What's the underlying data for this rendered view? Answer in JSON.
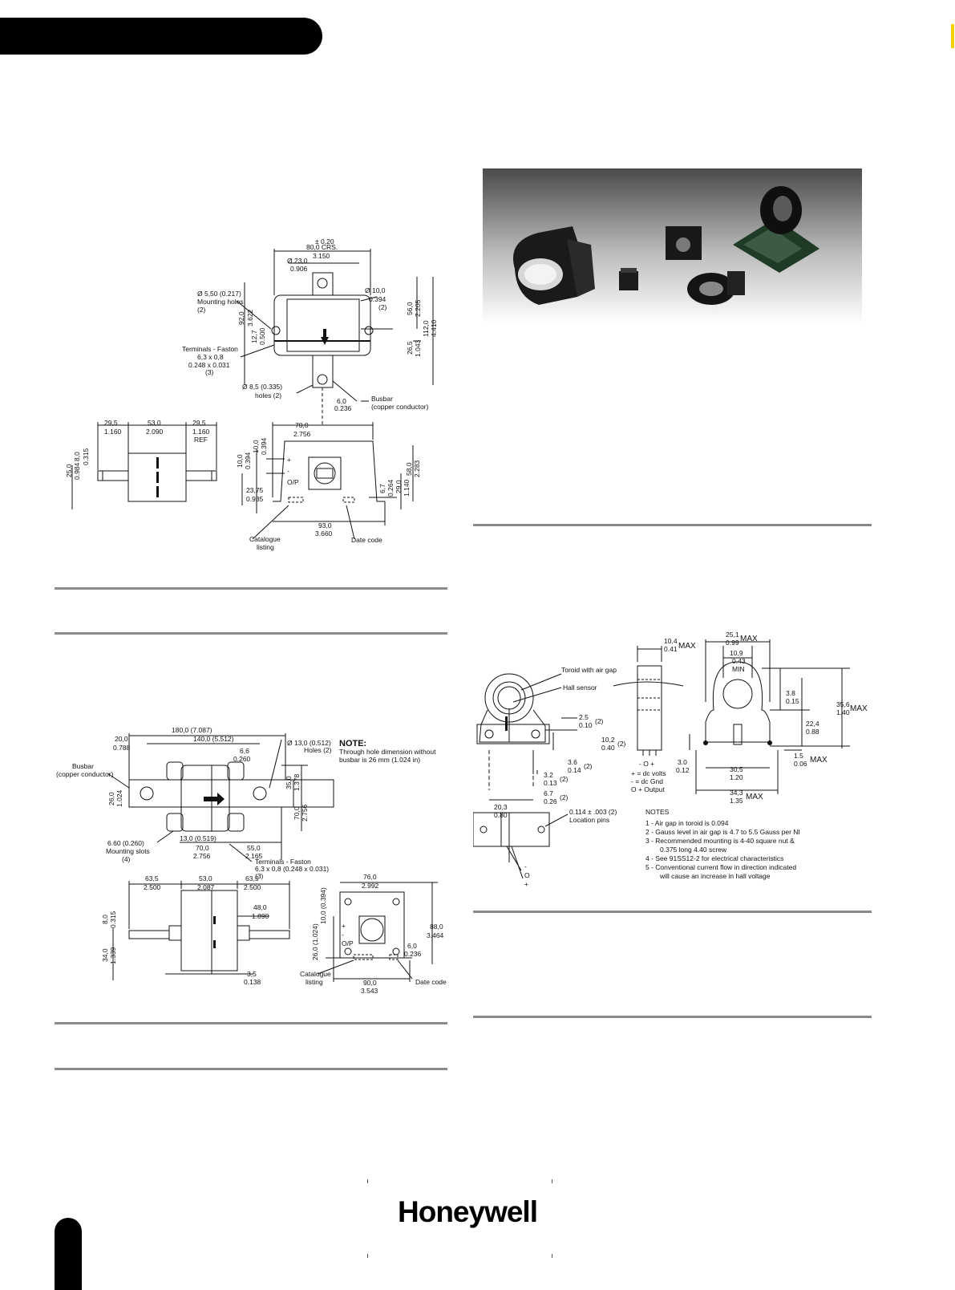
{
  "colors": {
    "tab": "#000000",
    "rule": "#8a8a8a",
    "photo_top": "#4a4a4a",
    "photo_bottom": "#ffffff"
  },
  "footer": {
    "logo": "Honeywell"
  },
  "d1": {
    "dim_2080_top": "± 0,20",
    "dim_8000": "80,0 CRS.",
    "dim_3150": "3.150",
    "dim_230": "Ø 23,0",
    "dim_0906": "0.906",
    "mount_holes_1": "Ø 5,50 (0.217)",
    "mount_holes_2": "Mounting holes",
    "mount_holes_3": "(2)",
    "hole10_1": "Ø 10,0",
    "hole10_2": "0.394",
    "hole10_3": "(2)",
    "dim_920": "92,0",
    "dim_3622": "3.622",
    "dim_127": "12,7",
    "dim_0500": "0.500",
    "dim_560": "56,0",
    "dim_2205": "2.205",
    "dim_265": "26,5",
    "dim_1043": "1.043",
    "dim_1120": "112,0",
    "dim_4410": "4.410",
    "term_1": "Terminals - Faston",
    "term_2": "6,3 x 0,8",
    "term_3": "0.248 x 0.031",
    "term_4": "(3)",
    "holes85_1": "Ø 8,5 (0.335)",
    "holes85_2": "holes (2)",
    "dim_60": "6,0",
    "dim_0236": "0.236",
    "busbar_1": "Busbar",
    "busbar_2": "(copper conductor)",
    "dim_295a": "29,5",
    "dim_1160a": "1.160",
    "dim_530": "53,0",
    "dim_2090": "2.090",
    "dim_295b": "29,5",
    "dim_1160b": "1.160",
    "ref": "REF",
    "dim_80": "8,0",
    "dim_0315": "0.315",
    "dim_250": "25,0",
    "dim_0984": "0.984",
    "dim_700": "70,0",
    "dim_2756": "2.756",
    "dim_100a": "10,0",
    "dim_0394a": "0.394",
    "dim_100b": "10,0",
    "dim_0394b": "0.394",
    "plus": "+",
    "minus": "-",
    "op": "O/P",
    "dim_2375": "23,75",
    "dim_0935": "0.935",
    "dim_67": "6,7",
    "dim_0264": "0.264",
    "dim_290": "29,0",
    "dim_1140": "1.140",
    "dim_580": "58,0",
    "dim_2283": "2.283",
    "dim_930": "93,0",
    "dim_3660": "3.660",
    "cat_1": "Catalogue",
    "cat_2": "listing",
    "date": "Date code"
  },
  "d2": {
    "dim_1800": "180,0 (7.087)",
    "dim_1400": "140,0 (5.512)",
    "dim_200": "20,0",
    "dim_0788": "0.788",
    "dim_66": "6,6",
    "dim_0260": "0.260",
    "hole13_1": "Ø 13,0 (0.512)",
    "hole13_2": "Holes (2)",
    "note_t": "NOTE:",
    "note_1": "Through hole dimension without",
    "note_2": "busbar is 26 mm (1.024 in)",
    "busbar_1": "Busbar",
    "busbar_2": "(copper conductor)",
    "dim_260": "26,0",
    "dim_1024": "1.024",
    "dim_350": "35,0",
    "dim_1378": "1.378",
    "dim_700v": "70,0",
    "dim_2756v": "2.756",
    "slots_1": "6.60 (0.260)",
    "slots_2": "Mounting slots",
    "slots_3": "(4)",
    "dim_130": "13,0 (0.519)",
    "dim_700h": "70,0",
    "dim_2756h": "2.756",
    "dim_550": "55,0",
    "dim_2165": "2.165",
    "term_1": "Terminals - Faston",
    "term_2": "6,3 x 0,8 (0.248 x 0.031)",
    "term_3": "(3)",
    "dim_635a": "63,5",
    "dim_2500a": "2.500",
    "dim_530": "53,0",
    "dim_2087": "2.087",
    "dim_635b": "63,5",
    "dim_2500b": "2.500",
    "dim_480": "48,0",
    "dim_1890": "1.890",
    "dim_80": "8,0",
    "dim_0315": "0.315",
    "dim_340": "34,0",
    "dim_1339": "1.339",
    "dim_35": "3,5",
    "dim_0138": "0.138",
    "dim_760": "76,0",
    "dim_2992": "2.992",
    "dim_100": "10,0 (0.394)",
    "dim_2601": "26,0 (1.024)",
    "plus": "+",
    "minus": "-",
    "op": "O/P",
    "dim_880": "88,0",
    "dim_3464": "3.464",
    "dim_60": "6,0",
    "dim_0236": "0.236",
    "dim_900": "90,0",
    "dim_3543": "3.543",
    "cat_1": "Catalogue",
    "cat_2": "listing",
    "date": "Date code"
  },
  "d3": {
    "dim_104": "10,4",
    "dim_041": "0.41",
    "max1": "MAX",
    "dim_251": "25,1",
    "dim_099": "0.99",
    "max2": "MAX",
    "dim_109": "10,9",
    "dim_043": "0.43",
    "min": "MIN",
    "toroid": "Toroid with air gap",
    "hall": "Hall sensor",
    "dim_25": "2.5",
    "dim_010": "0.10",
    "n2a": "(2)",
    "dim_102": "10,2",
    "dim_040": "0.40",
    "n2b": "(2)",
    "dim_36": "3.6",
    "dim_014": "0.14",
    "n2c": "(2)",
    "dim_32": "3.2",
    "dim_013": "0.13",
    "n2d": "(2)",
    "dim_67": "6.7",
    "dim_026": "0.26",
    "n2e": "(2)",
    "pins": "- O +",
    "pin_1": "+ = dc volts",
    "pin_2": "- = dc Gnd",
    "pin_3": "O + Output",
    "dim_38": "3.8",
    "dim_015": "0.15",
    "dim_224": "22,4",
    "dim_088": "0.88",
    "dim_356": "35,6",
    "dim_140": "1.40",
    "max3": "MAX",
    "dim_30": "3.0",
    "dim_012": "0.12",
    "dim_305": "30,5",
    "dim_120": "1.20",
    "dim_15": "1.5",
    "dim_006": "0.06",
    "max4": "MAX",
    "dim_343": "34,3",
    "dim_135": "1.35",
    "max5": "MAX",
    "dim_203": "20,3",
    "dim_080": "0.80",
    "loc_1": "0.114 ± .003 (2)",
    "loc_2": "Location pins",
    "lead_m": "-",
    "lead_o": "O",
    "lead_p": "+",
    "notes_t": "NOTES",
    "note_1": "1 -  Air gap in toroid is 0.094",
    "note_2": "2 -  Gauss level in air gap is 4.7 to 5.5 Gauss per NI",
    "note_3a": "3 -  Recommended mounting is 4-40 square nut &",
    "note_3b": "0.375 long 4.40 screw",
    "note_4": "4 -  See 91SS12-2 for electrical characteristics",
    "note_5a": "5 -  Conventional current flow in direction indicated",
    "note_5b": "will cause an increase in hall voltage"
  }
}
